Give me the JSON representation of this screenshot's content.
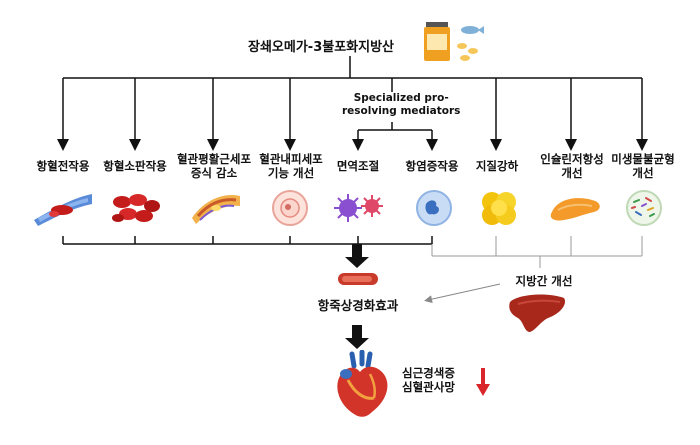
{
  "title": "장쇄오메가-3불포화지방산",
  "spm_label_line1": "Specialized pro-",
  "spm_label_line2": "resolving mediators",
  "effects": [
    {
      "line1": "항혈전작용",
      "line2": "",
      "icon": "blood-clot-vessel-icon"
    },
    {
      "line1": "항혈소판작용",
      "line2": "",
      "icon": "platelets-icon"
    },
    {
      "line1": "혈관평활근세포",
      "line2": "증식 감소",
      "icon": "smooth-muscle-cells-icon"
    },
    {
      "line1": "혈관내피세포",
      "line2": "기능 개선",
      "icon": "endothelial-cell-icon"
    },
    {
      "line1": "면역조절",
      "line2": "",
      "icon": "immune-cells-icon"
    },
    {
      "line1": "항염증작용",
      "line2": "",
      "icon": "inflammatory-cell-icon"
    },
    {
      "line1": "지질강하",
      "line2": "",
      "icon": "lipid-droplets-icon"
    },
    {
      "line1": "인슐린저항성",
      "line2": "개선",
      "icon": "pancreas-icon"
    },
    {
      "line1": "미생물불균형",
      "line2": "개선",
      "icon": "microbiome-icon"
    }
  ],
  "liver_label": "지방간 개선",
  "anti_atherosclerosis": "항죽상경화효과",
  "outcome_line1": "심근경색증",
  "outcome_line2": "심혈관사망",
  "colors": {
    "arrow": "#111111",
    "down_arrow": "#d8262b",
    "gray_line": "#9a9a9a"
  }
}
